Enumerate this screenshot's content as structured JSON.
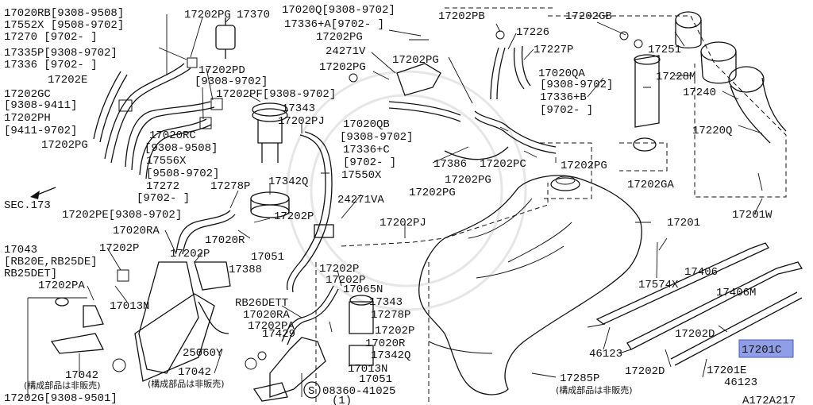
{
  "labels": [
    "17020RB[9308-9508]",
    "17552X [9508-9702]",
    "17270  [9702-    ]",
    "17202PG",
    "17370",
    "17020Q[9308-9702]",
    "17336+A[9702-    ]",
    "17202PB",
    "17202GB",
    "17202PG",
    "17226",
    "17335P[9308-9702]",
    "17336 [9702-    ]",
    "24271V",
    "17227P",
    "17251",
    "17202E",
    "17202PD",
    "[9308-9702]",
    "17202PG",
    "17202PG",
    "17228M",
    "17240",
    "17020QA",
    "[9308-9702]",
    "17202GC",
    "17202PF[9308-9702]",
    "17336+B",
    "[9308-9411]",
    "17343",
    "[9702-    ]",
    "17202PH",
    "17202PJ",
    "17020QB",
    "[9411-9702]",
    "17020RC",
    "[9308-9702]",
    "17220Q",
    "17202PG",
    "[9308-9508]",
    "17336+C",
    "17556X",
    "[9702-    ]",
    "17386",
    "17202PC",
    "[9508-9702]",
    "17550X",
    "17202PG",
    "17272",
    "17278P",
    "17342Q",
    "17202PG",
    "17202GA",
    "[9702-    ]",
    "24271VA",
    "17202PG",
    "SEC.173",
    "17202PE[9308-9702]",
    "17202P",
    "17201W",
    "17020RA",
    "17202PJ",
    "17201",
    "17043",
    "17202P",
    "17020R",
    "[RB20E,RB25DE]",
    "17202P",
    "17388",
    "17051",
    "17406",
    "RB25DET]",
    "17202P",
    "17202PA",
    "17065N",
    "17406M",
    "17202P",
    "17343",
    "17574X",
    "17013N",
    "RB26DETT",
    "17020RA",
    "17278P",
    "17202PA",
    "17202P",
    "25060Y",
    "17429",
    "17020R",
    "17202D",
    "46123",
    "17342Q",
    "17201C",
    "17042",
    "17013N",
    "17201E",
    "(構成部品は非販売)",
    "17042",
    "17051",
    "17202D",
    "17285P",
    "46123",
    "(構成部品は非販売)",
    "08360-41025",
    "(構成部品は非販売)",
    "17202G[9308-9501]",
    "(1)",
    "A172A217"
  ],
  "highlight_colors": {
    "fill": "#8f9ee6",
    "stroke": "#4a5bc4"
  },
  "screw_symbol": "S"
}
